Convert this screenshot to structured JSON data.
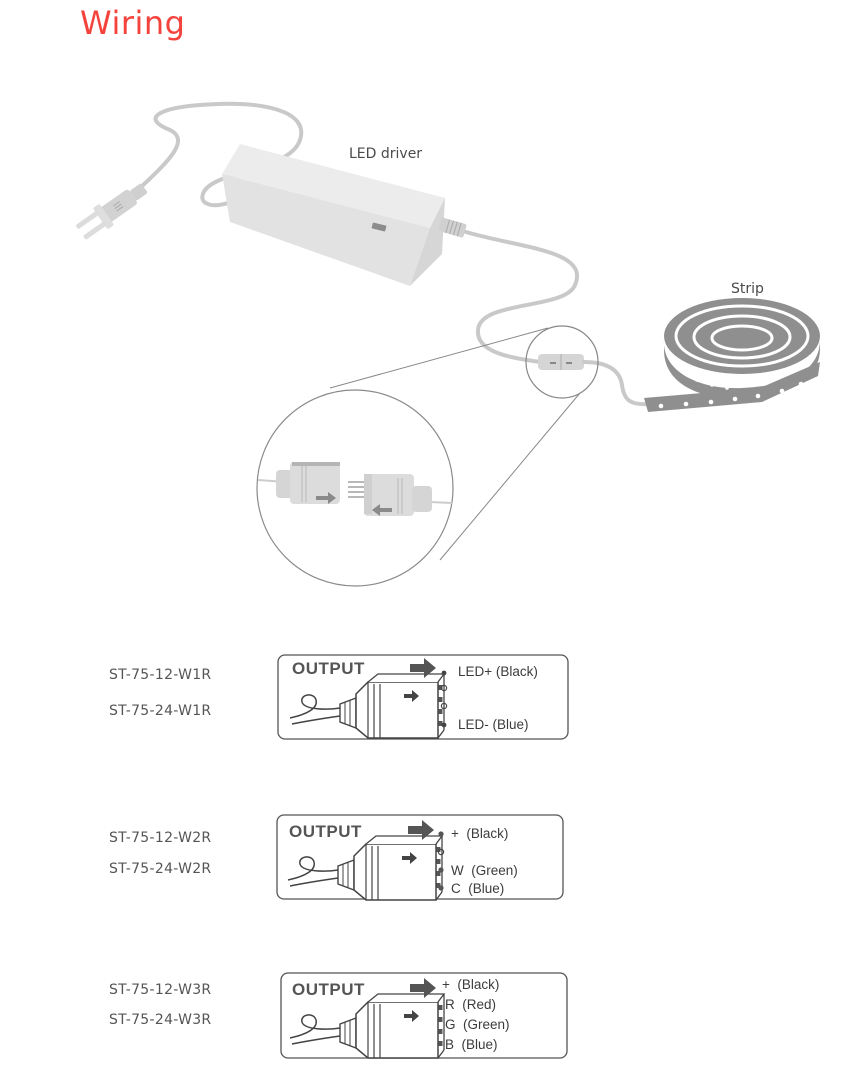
{
  "title": "Wiring",
  "diagram": {
    "labels": {
      "driver": "LED driver",
      "strip": "Strip"
    }
  },
  "outputs": [
    {
      "models": [
        "ST-75-12-W1R",
        "ST-75-24-W1R"
      ],
      "header": "OUTPUT",
      "pins": [
        {
          "marker": "filled",
          "label": "LED+ (Black)"
        },
        {
          "marker": "hollow",
          "label": ""
        },
        {
          "marker": "hollow",
          "label": ""
        },
        {
          "marker": "filled",
          "label": "LED- (Blue)"
        }
      ]
    },
    {
      "models": [
        "ST-75-12-W2R",
        "ST-75-24-W2R"
      ],
      "header": "OUTPUT",
      "pins": [
        {
          "marker": "filled",
          "label": "+  (Black)"
        },
        {
          "marker": "hollow",
          "label": ""
        },
        {
          "marker": "filled",
          "label": "W  (Green)"
        },
        {
          "marker": "filled",
          "label": "C  (Blue)"
        }
      ]
    },
    {
      "models": [
        "ST-75-12-W3R",
        "ST-75-24-W3R"
      ],
      "header": "OUTPUT",
      "pins": [
        {
          "marker": "none",
          "label": "+  (Black)"
        },
        {
          "marker": "none",
          "label": "R  (Red)"
        },
        {
          "marker": "none",
          "label": "G  (Green)"
        },
        {
          "marker": "none",
          "label": "B  (Blue)"
        }
      ]
    }
  ]
}
